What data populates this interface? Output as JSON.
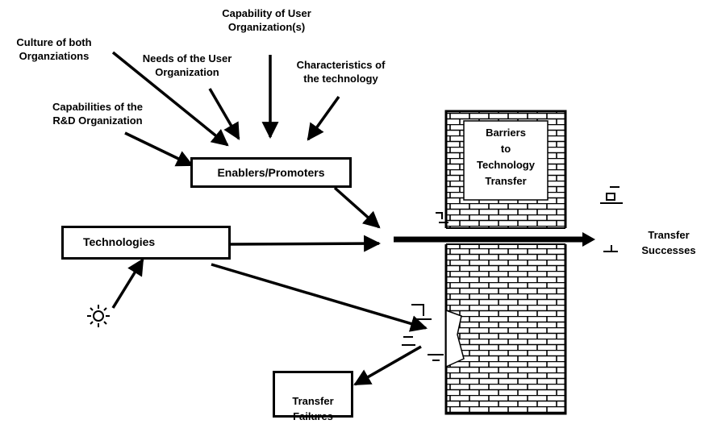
{
  "influences": {
    "capability_user": "Capability of User\nOrganization(s)",
    "culture": "Culture of both\nOrganziations",
    "needs": "Needs of the User\nOrganization",
    "characteristics": "Characteristics of\nthe technology",
    "capabilities_rd": "Capabilities of the\nR&D Organization"
  },
  "boxes": {
    "enablers": "Enablers/Promoters",
    "technologies": "Technologies",
    "failures": "Transfer\nFailures"
  },
  "wall": {
    "barrier_text": "Barriers\nto\nTechnology\nTransfer"
  },
  "outcomes": {
    "successes": "Transfer\nSuccesses"
  },
  "icons": {
    "idea": "lightbulb-icon"
  }
}
